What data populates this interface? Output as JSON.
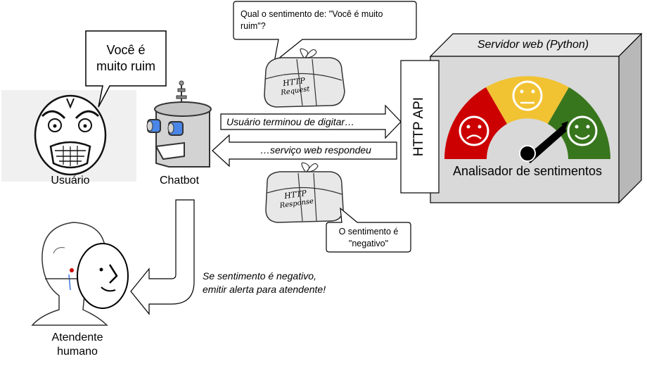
{
  "user": {
    "label": "Usuário",
    "speech": [
      "Você é",
      "muito ruim"
    ]
  },
  "chatbot": {
    "label": "Chatbot"
  },
  "request": {
    "question_lines": [
      "Qual o sentimento de: \"Você é muito",
      "ruim\"?"
    ],
    "package_lines": [
      "HTTP",
      "Request"
    ]
  },
  "response": {
    "answer_lines": [
      "O sentimento é",
      "\"negativo\""
    ],
    "package_lines": [
      "HTTP",
      "Response"
    ]
  },
  "arrows": {
    "to_server": "Usuário terminou de digitar…",
    "from_server": "…serviço web respondeu"
  },
  "server": {
    "title": "Servidor web (Python)",
    "api_label": "HTTP API",
    "analyzer_label": "Analisador de sentimentos",
    "gauge_colors": {
      "negative": "#cc0000",
      "neutral": "#f1c232",
      "positive": "#38761d"
    }
  },
  "alert": {
    "lines": [
      "Se sentimento é negativo,",
      "emitir alerta para atendente!"
    ]
  },
  "attendant": {
    "label_lines": [
      "Atendente",
      "humano"
    ]
  }
}
